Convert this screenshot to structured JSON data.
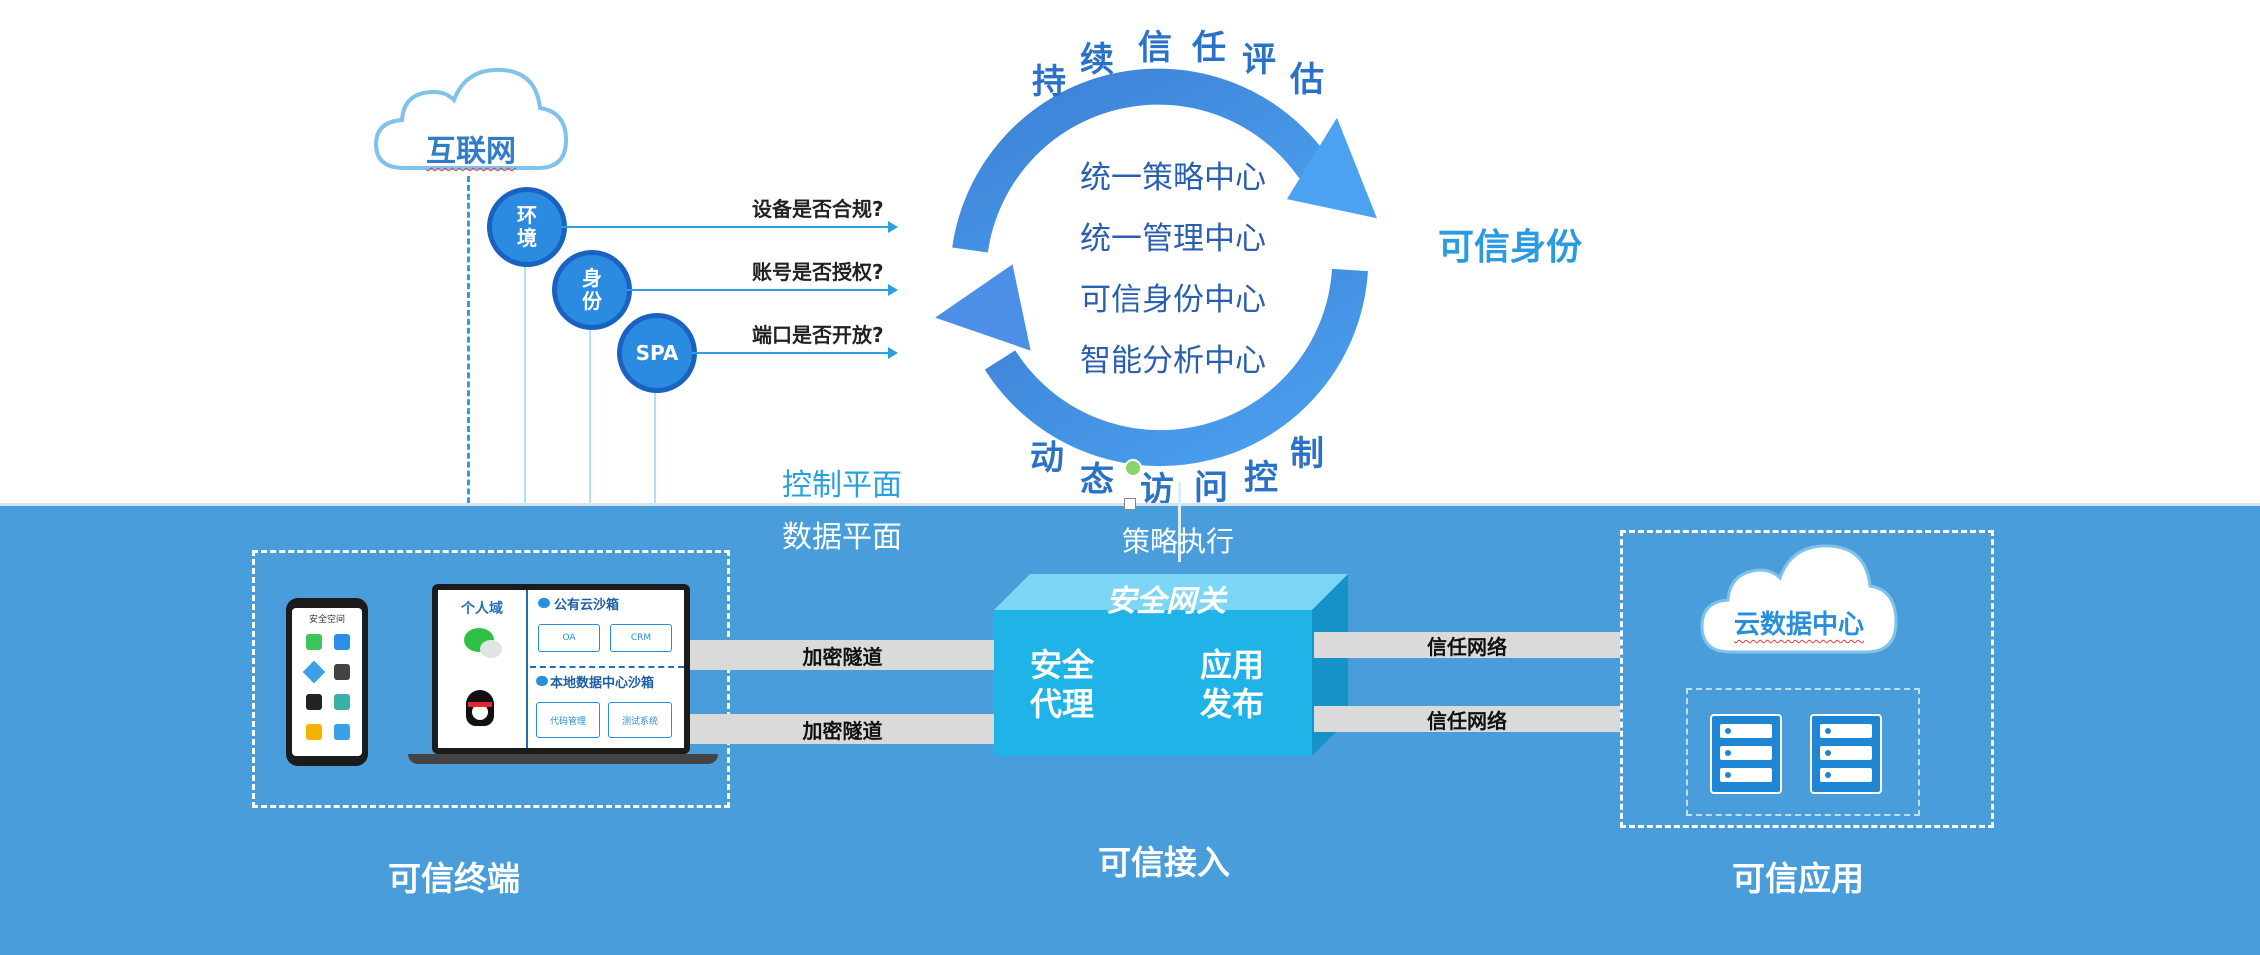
{
  "internet_cloud": {
    "label": "互联网"
  },
  "badges": [
    {
      "label": "环\n境"
    },
    {
      "label": "身\n份"
    },
    {
      "label": "SPA"
    }
  ],
  "checks": [
    {
      "label": "设备是否合规?"
    },
    {
      "label": "账号是否授权?"
    },
    {
      "label": "端口是否开放?"
    }
  ],
  "ring": {
    "top_text": [
      "持",
      "续",
      "信",
      "任",
      "评",
      "估"
    ],
    "bottom_text": [
      "动",
      "态",
      "访",
      "问",
      "控",
      "制"
    ],
    "center_items": [
      "统一策略中心",
      "统一管理中心",
      "可信身份中心",
      "智能分析中心"
    ]
  },
  "trusted_identity": "可信身份",
  "control_plane": "控制平面",
  "data_plane": "数据平面",
  "policy_enforce": "策略执行",
  "terminal": {
    "phone_title": "安全空间",
    "personal_domain": "个人域",
    "public_cloud_sandbox": "公有云沙箱",
    "apps_public": [
      "OA",
      "CRM"
    ],
    "local_dc_sandbox": "本地数据中心沙箱",
    "apps_local": [
      "代码管理",
      "测试系统"
    ]
  },
  "tunnels": [
    "加密隧道",
    "加密隧道"
  ],
  "gateway": {
    "title": "安全网关",
    "left_label": "安全\n代理",
    "right_label": "应用\n发布"
  },
  "trust_networks": [
    "信任网络",
    "信任网络"
  ],
  "dc_cloud": {
    "label": "云数据中心"
  },
  "captions": {
    "terminal": "可信终端",
    "access": "可信接入",
    "application": "可信应用"
  },
  "colors": {
    "band": "#4a9ddb",
    "ring_blue": "#2f7fd6",
    "gateway": "#1fb3e8"
  }
}
